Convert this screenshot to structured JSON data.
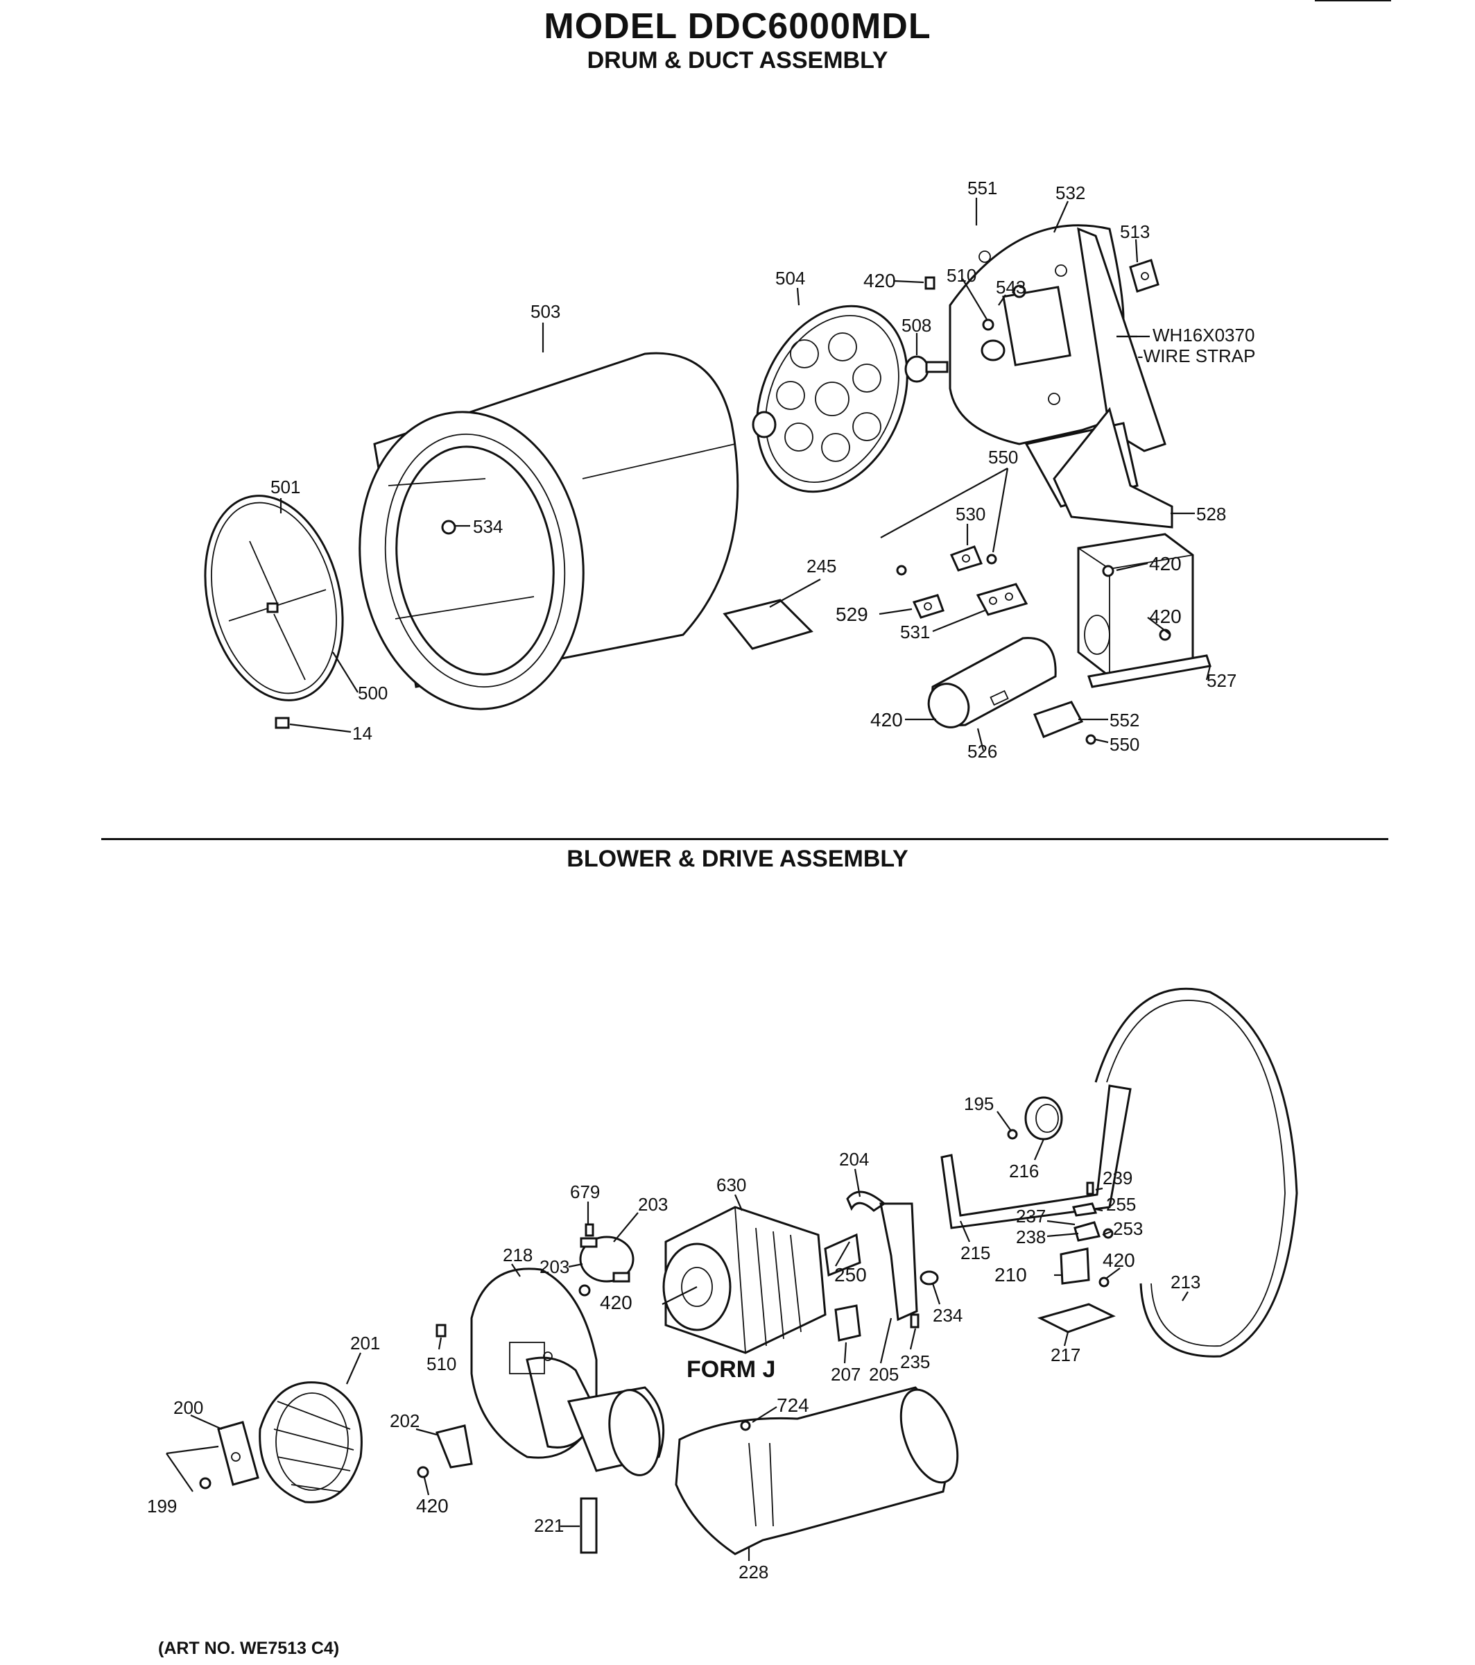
{
  "header": {
    "model": "MODEL DDC6000MDL",
    "section_top": "DRUM & DUCT ASSEMBLY",
    "section_bottom": "BLOWER & DRIVE ASSEMBLY"
  },
  "footer": {
    "art_no": "(ART NO. WE7513 C4)"
  },
  "callouts": {
    "wire_strap_code": "WH16X0370",
    "wire_strap": "-WIRE STRAP",
    "form_j": "FORM J"
  },
  "labels_top": {
    "p551": "551",
    "p532": "532",
    "p513": "513",
    "p504": "504",
    "p420a": "420",
    "p510a": "510",
    "p543": "543",
    "p503": "503",
    "p508": "508",
    "p550a": "550",
    "p501": "501",
    "p534": "534",
    "p530": "530",
    "p528": "528",
    "p245": "245",
    "p420b": "420",
    "p529": "529",
    "p531": "531",
    "p420c": "420",
    "p527": "527",
    "p500": "500",
    "p14": "14",
    "p420d": "420",
    "p552": "552",
    "p550b": "550",
    "p526": "526"
  },
  "labels_bottom": {
    "p195": "195",
    "p216": "216",
    "p239": "239",
    "p204": "204",
    "p255": "255",
    "p630": "630",
    "p679": "679",
    "p237": "237",
    "p253": "253",
    "p203a": "203",
    "p238": "238",
    "p218": "218",
    "p215": "215",
    "p420e": "420",
    "p213": "213",
    "p203b": "203",
    "p250": "250",
    "p210": "210",
    "p420f": "420",
    "p234": "234",
    "p201": "201",
    "p510b": "510",
    "p207": "207",
    "p205": "205",
    "p235": "235",
    "p217": "217",
    "p200": "200",
    "p724": "724",
    "p202": "202",
    "p199": "199",
    "p420g": "420",
    "p221": "221",
    "p228": "228"
  }
}
